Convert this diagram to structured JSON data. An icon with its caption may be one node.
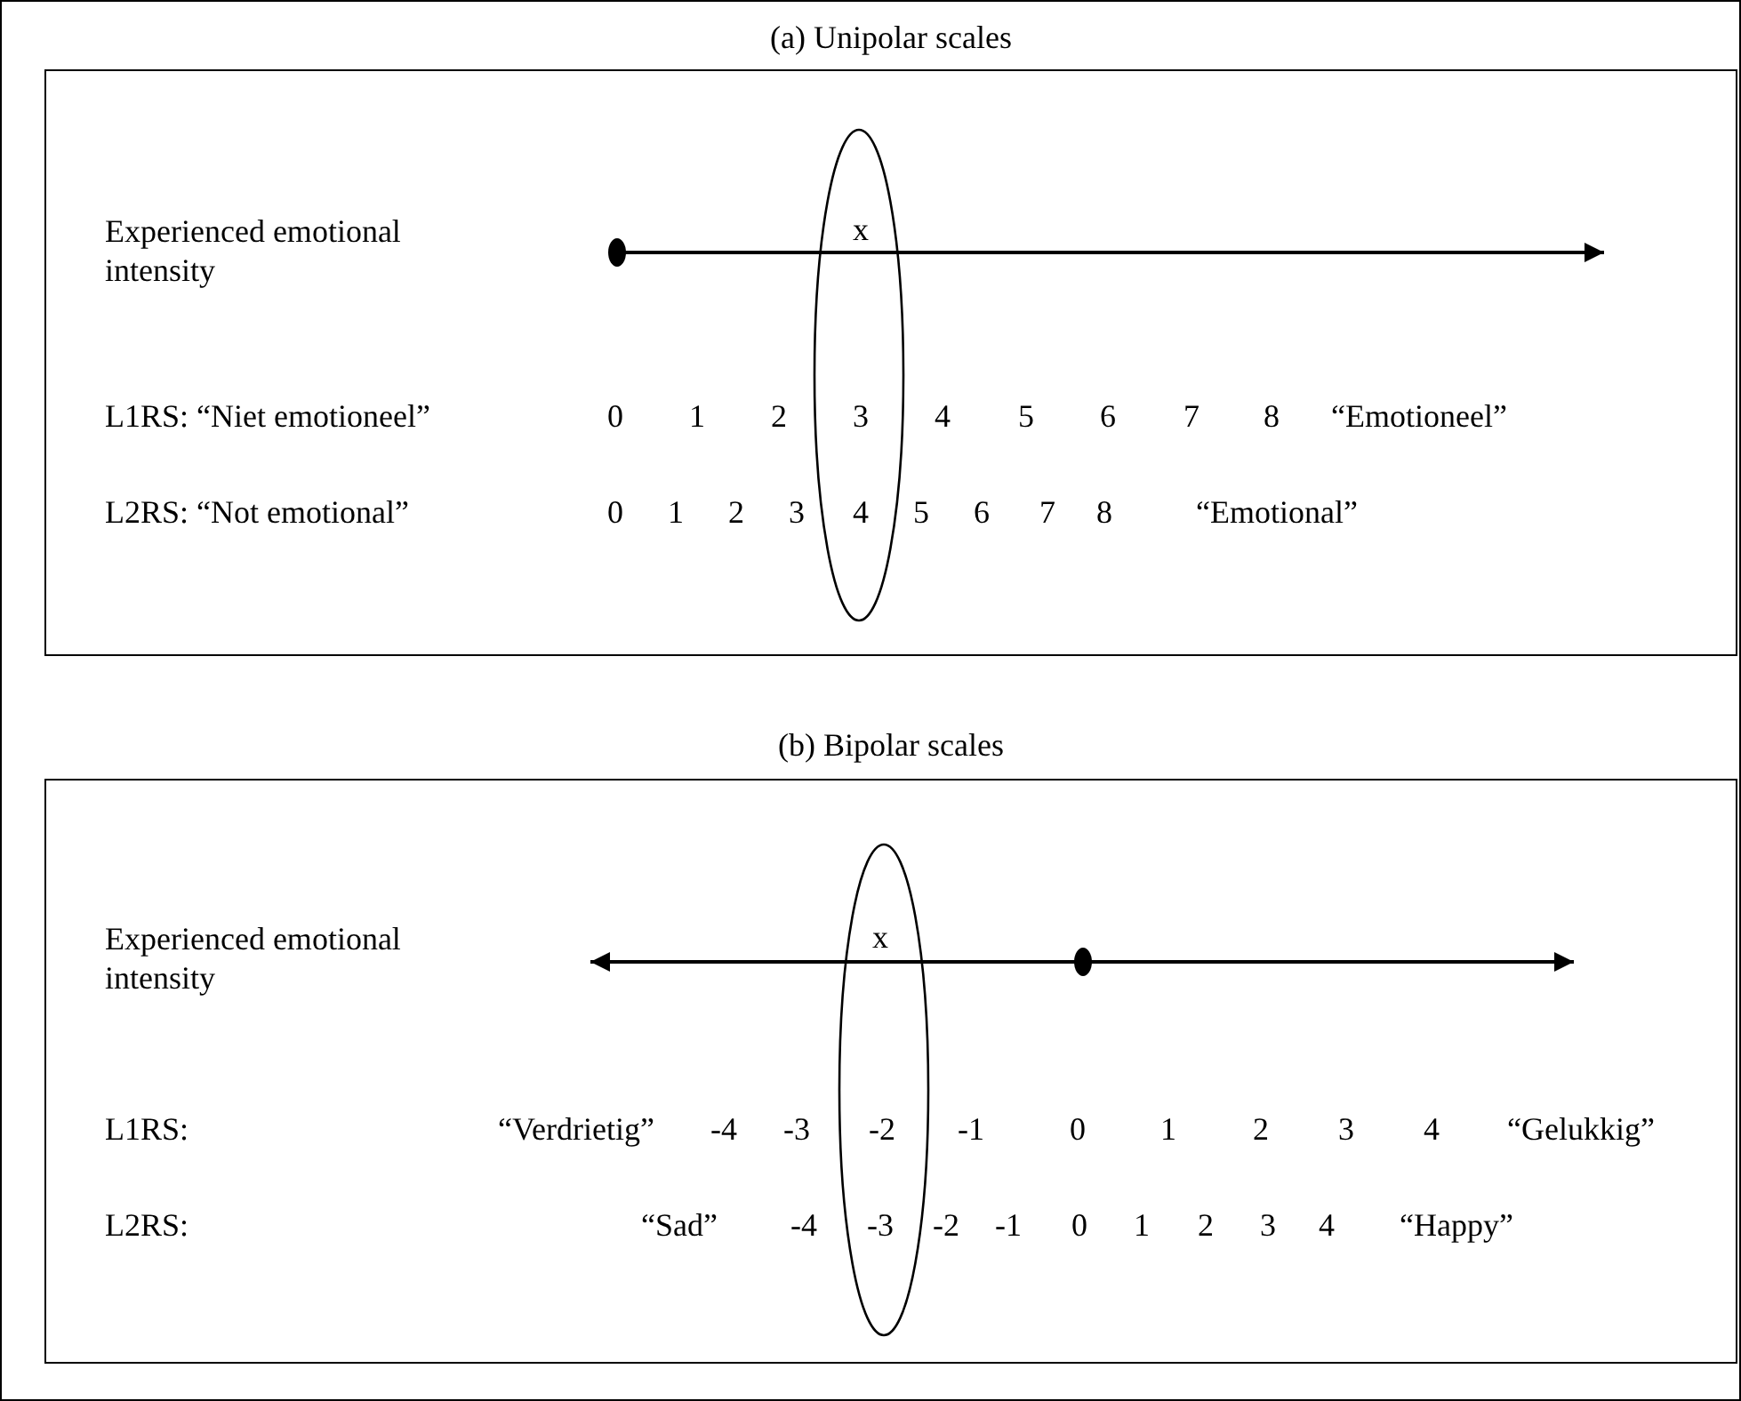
{
  "diagram": {
    "nodes": [
      {
        "text": [
          "(a) Unipolar scales"
        ]
      },
      {
        "text": [
          "(b) Bipolar scales"
        ]
      }
    ],
    "labels": [
      "Experienced emotional intensity",
      "x",
      "L1RS: “Niet emotioneel”",
      "0",
      "1",
      "2",
      "3",
      "4",
      "5",
      "6",
      "7",
      "8",
      "“Emotioneel”",
      "L2RS: “Not emotional”",
      "0",
      "1",
      "2",
      "3",
      "4",
      "5",
      "6",
      "7",
      "8",
      "“Emotional”",
      "Experienced emotional intensity",
      "x",
      "L1RS:",
      "“Verdrietig”",
      "-4",
      "-3",
      "-2",
      "-1",
      "0",
      "1",
      "2",
      "3",
      "4",
      "“Gelukkig”",
      "L2RS:",
      "“Sad”",
      "-4",
      "-3",
      "-2",
      "-1",
      "0",
      "1",
      "2",
      "3",
      "4",
      "“Happy”"
    ]
  }
}
